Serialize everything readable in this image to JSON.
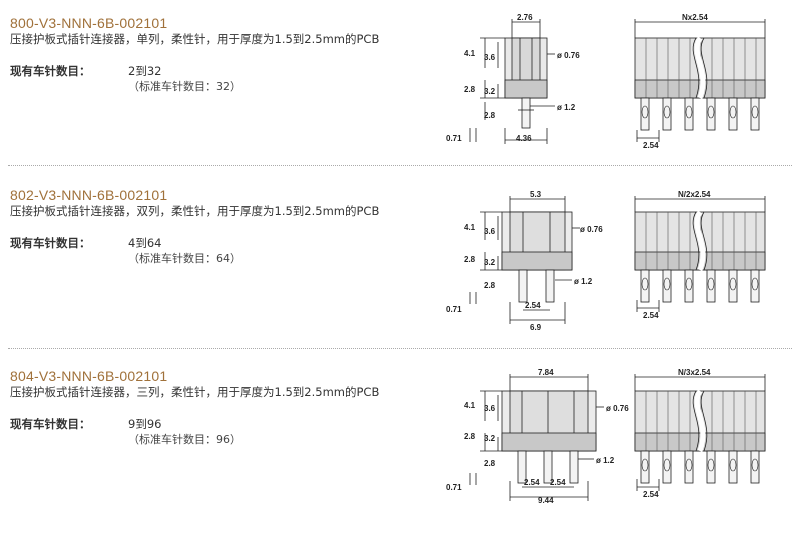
{
  "products": [
    {
      "part_number": "800-V3-NNN-6B-002101",
      "description": "压接护板式插针连接器，单列，柔性针，用于厚度为1.5到2.5mm的PCB",
      "positions_label": "现有车针数目：",
      "positions_value": "2到32",
      "standard_positions": "（标准车针数目：32）",
      "dims": {
        "width": "2.76",
        "d1": "4.1",
        "d2": "3.6",
        "d3": "2.8",
        "d4": "3.2",
        "d5": "2.8",
        "dia1": "ø 0.76",
        "dia2": "ø 1.2",
        "thk": "0.71",
        "base": "4.36",
        "pitch_label": "Nx2.54",
        "pitch": "2.54"
      }
    },
    {
      "part_number": "802-V3-NNN-6B-002101",
      "description": "压接护板式插针连接器，双列，柔性针，用于厚度为1.5到2.5mm的PCB",
      "positions_label": "现有车针数目：",
      "positions_value": "4到64",
      "standard_positions": "（标准车针数目：64）",
      "dims": {
        "width": "5.3",
        "d1": "4.1",
        "d2": "3.6",
        "d3": "2.8",
        "d4": "3.2",
        "d5": "2.8",
        "dia1": "ø 0.76",
        "dia2": "ø 1.2",
        "thk": "0.71",
        "row_pitch": "2.54",
        "base": "6.9",
        "pitch_label": "N/2x2.54",
        "pitch": "2.54"
      }
    },
    {
      "part_number": "804-V3-NNN-6B-002101",
      "description": "压接护板式插针连接器，三列，柔性针，用于厚度为1.5到2.5mm的PCB",
      "positions_label": "现有车针数目：",
      "positions_value": "9到96",
      "standard_positions": "（标准车针数目：96）",
      "dims": {
        "width": "7.84",
        "d1": "4.1",
        "d2": "3.6",
        "d3": "2.8",
        "d4": "3.2",
        "d5": "2.8",
        "dia1": "ø 0.76",
        "dia2": "ø 1.2",
        "thk": "0.71",
        "row_pitch_a": "2.54",
        "row_pitch_b": "2.54",
        "base": "9.44",
        "pitch_label": "N/3x2.54",
        "pitch": "2.54"
      }
    }
  ]
}
